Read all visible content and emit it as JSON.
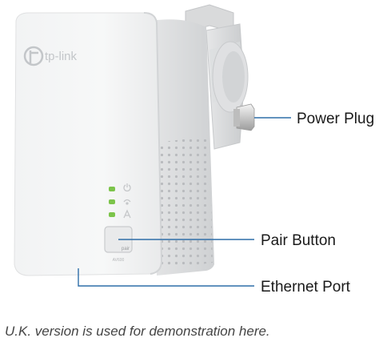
{
  "device": {
    "brand": "tp-link",
    "model_mark": "AV600",
    "pair_button_text": "pair",
    "status_icons": [
      "power-icon",
      "powerline-icon",
      "ethernet-icon"
    ],
    "led_color": "#7cc44a"
  },
  "callouts": {
    "power_plug": "Power Plug",
    "pair_button": "Pair Button",
    "ethernet_port": "Ethernet Port"
  },
  "footnote": "U.K. version is used for demonstration here."
}
